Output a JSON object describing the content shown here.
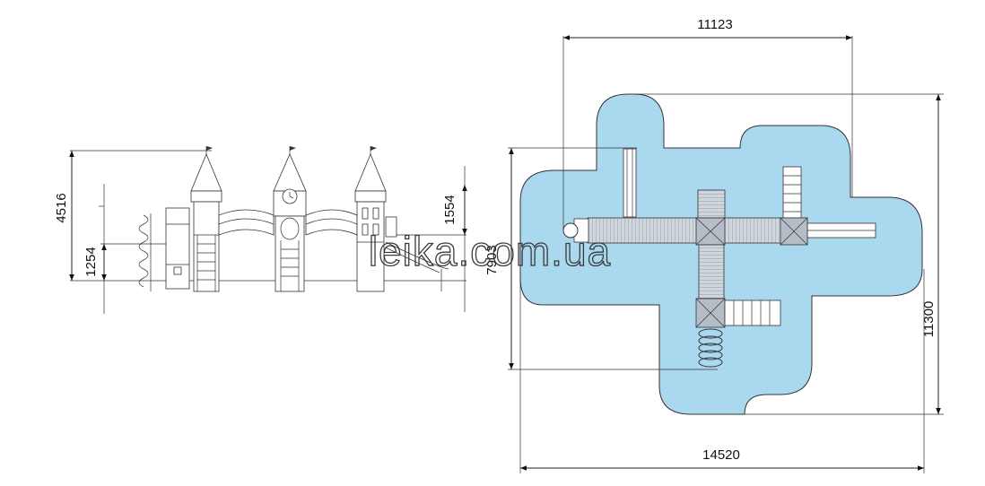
{
  "watermark": "leika.com.ua",
  "side_view": {
    "dimensions": {
      "total_height": "4516",
      "platform_height": "1254",
      "roof_height": "1554"
    }
  },
  "plan_view": {
    "safety_zone_color": "#aad8ee",
    "dimensions": {
      "top_width": "11123",
      "bottom_width": "14520",
      "inner_depth": "7903",
      "total_depth": "11300"
    }
  }
}
